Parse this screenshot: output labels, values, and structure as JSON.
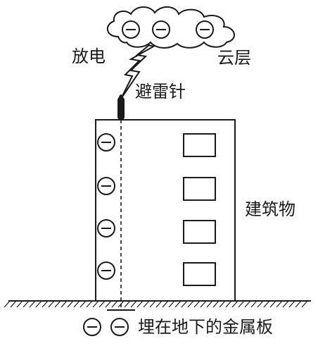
{
  "labels": {
    "discharge": "放电",
    "cloud_layer": "云层",
    "lightning_rod": "避雷针",
    "building": "建筑物",
    "ground_plate": "埋在地下的金属板"
  },
  "charge_symbol": "minus-sign",
  "colors": {
    "line": "#1a1a1a",
    "background": "#ffffff"
  }
}
